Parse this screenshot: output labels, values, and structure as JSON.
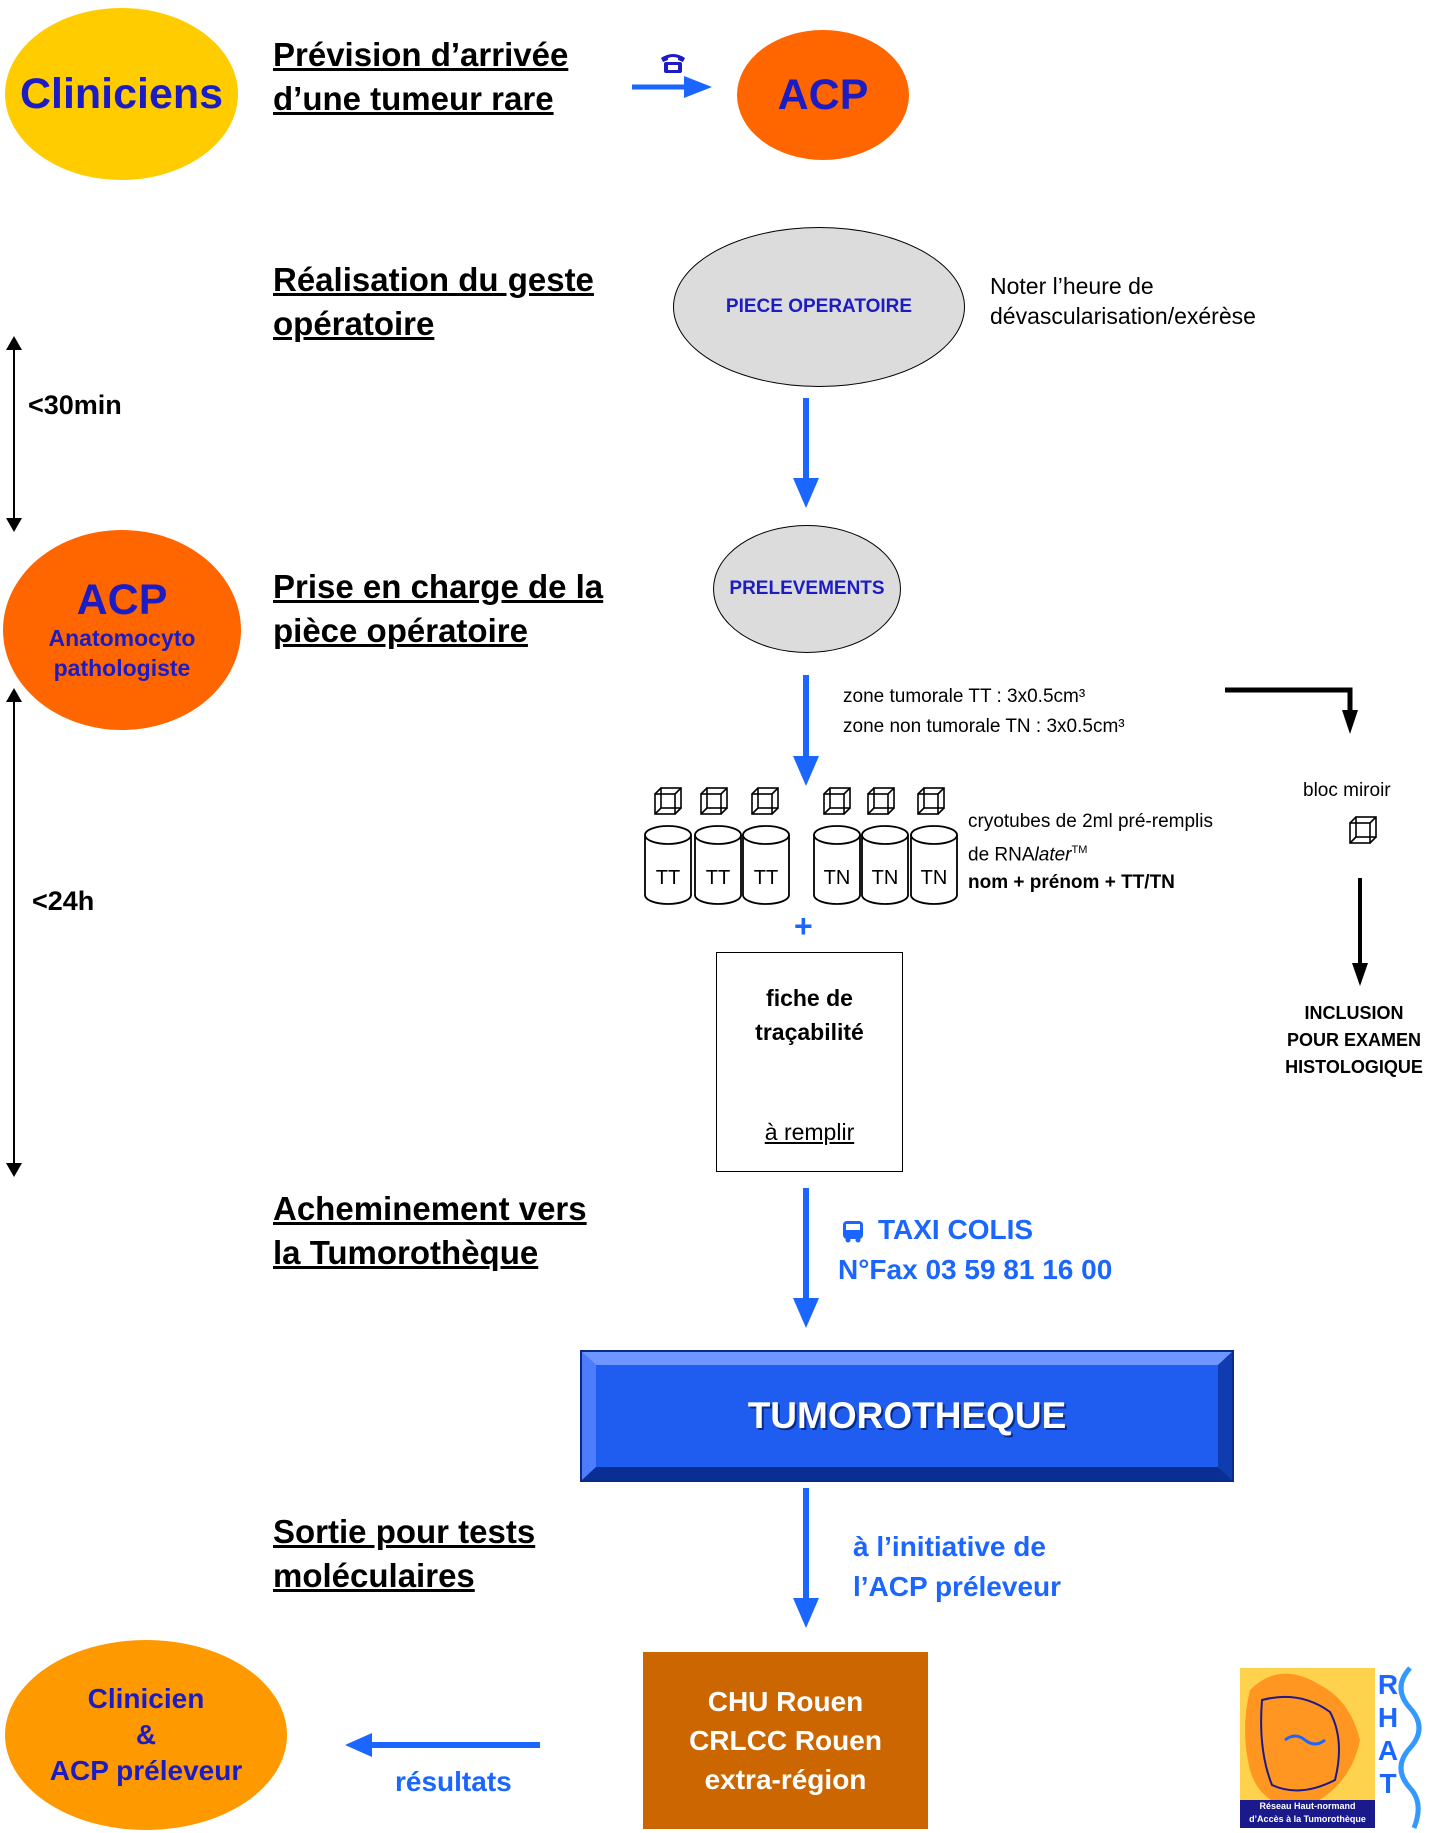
{
  "clinicians": {
    "label": "Cliniciens"
  },
  "acp_top": {
    "label": "ACP"
  },
  "steps": {
    "prevision_l1": "Prévision d’arrivée",
    "prevision_l2": "d’une tumeur rare",
    "realisation_l1": "Réalisation du geste",
    "realisation_l2": "opératoire",
    "prise_l1": "Prise en charge de la",
    "prise_l2": "pièce opératoire",
    "acheminement_l1": "Acheminement vers",
    "acheminement_l2": "la Tumorothèque",
    "sortie_l1": "Sortie pour tests",
    "sortie_l2": "moléculaires"
  },
  "piece": {
    "label": "PIECE OPERATOIRE",
    "note_l1": "Noter l’heure de",
    "note_l2": "dévascularisation/exérèse"
  },
  "timing": {
    "t1": "<30min",
    "t2": "<24h"
  },
  "acp_mid": {
    "title": "ACP",
    "sub_l1": "Anatomocyto",
    "sub_l2": "pathologiste"
  },
  "prelevements": {
    "label": "PRELEVEMENTS"
  },
  "zones": {
    "tt": "zone tumorale TT : 3x0.5cm³",
    "tn": "zone non tumorale TN : 3x0.5cm³"
  },
  "tubes": {
    "labels": [
      "TT",
      "TT",
      "TT",
      "TN",
      "TN",
      "TN"
    ],
    "desc_l1": "cryotubes de 2ml pré-remplis",
    "desc_l2_prefix": "de  RNA",
    "desc_l2_italic": "later",
    "desc_l2_tm": "TM",
    "desc_l3": "nom + prénom + TT/TN"
  },
  "plus": "+",
  "fiche": {
    "l1": "fiche de",
    "l2": "traçabilité",
    "action": "à remplir"
  },
  "bloc": {
    "label": "bloc miroir",
    "incl_l1": "INCLUSION",
    "incl_l2": "POUR EXAMEN",
    "incl_l3": "HISTOLOGIQUE"
  },
  "taxi": {
    "l1": "TAXI COLIS",
    "l2": "N°Fax 03 59 81 16 00"
  },
  "tumorotheque": {
    "label": "TUMOROTHEQUE"
  },
  "initiative": {
    "l1": "à l’initiative de",
    "l2": "l’ACP préleveur"
  },
  "destinations": {
    "l1": "CHU Rouen",
    "l2": "CRLCC Rouen",
    "l3": "extra-région"
  },
  "resultats": "résultats",
  "clinicien_final": {
    "l1": "Clinicien",
    "l2": "&",
    "l3": "ACP préleveur"
  },
  "logo": {
    "letters": [
      "R",
      "H",
      "A",
      "T"
    ],
    "caption_l1": "Réseau Haut-normand",
    "caption_l2": "d’Accès à la Tumorothèque"
  },
  "colors": {
    "yellow": "#ffcc00",
    "orange": "#ff6600",
    "navy": "#1c1cc4",
    "blue": "#1a66ff",
    "box_blue": "#1f5cf0",
    "brown": "#cc6600",
    "light_orange": "#ff9900",
    "grey": "#dcdcdc"
  },
  "icons": {
    "phone": "phone-icon",
    "bus": "bus-icon",
    "cube": "cube-icon"
  }
}
